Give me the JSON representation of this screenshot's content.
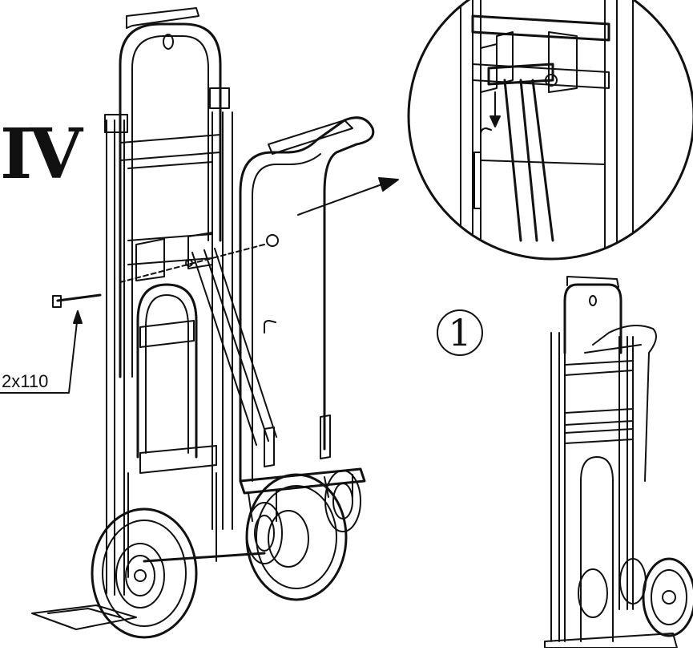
{
  "step_label": "IV",
  "bolt_label": "2x110",
  "sub_step_number": "1",
  "colors": {
    "line": "#111111",
    "background": "#ffffff"
  }
}
